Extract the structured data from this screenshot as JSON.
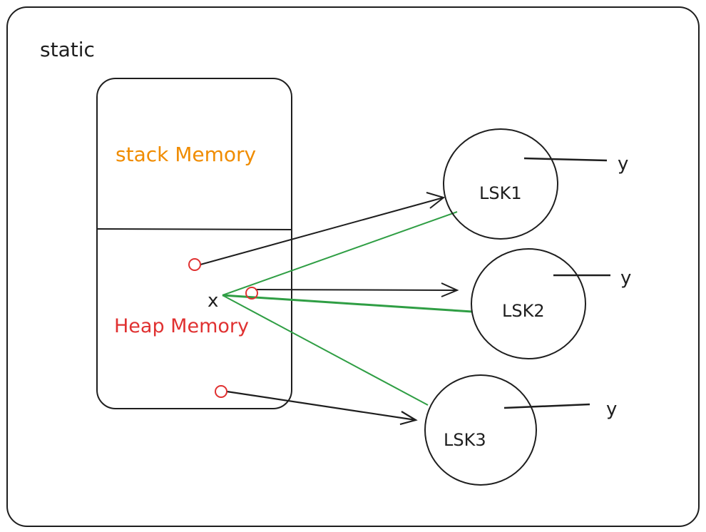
{
  "outer_label": "static",
  "memory_box": {
    "stack_label": "stack Memory",
    "heap_label": "Heap Memory",
    "pointer_label": "x"
  },
  "nodes": [
    {
      "label": "LSK1",
      "field": "y"
    },
    {
      "label": "LSK2",
      "field": "y"
    },
    {
      "label": "LSK3",
      "field": "y"
    }
  ],
  "colors": {
    "stroke": "#1e1e1e",
    "stack_text": "#f08c00",
    "heap_text": "#e03131",
    "ref_circle": "#e03131",
    "link": "#2f9e44"
  }
}
